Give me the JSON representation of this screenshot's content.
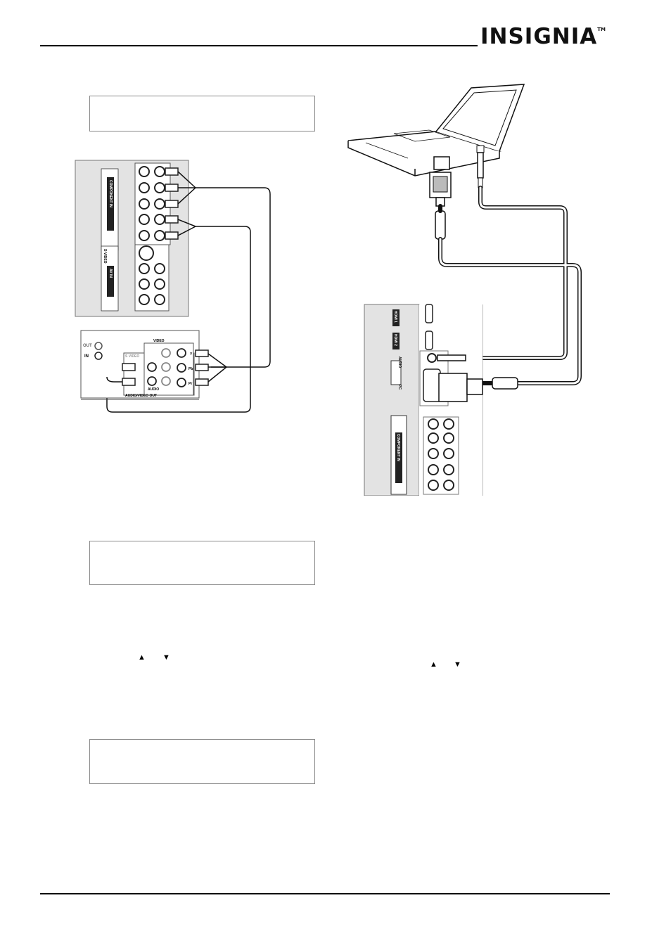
{
  "header": {
    "logo_text": "INSIGNIA",
    "logo_trademark": "TM"
  },
  "arrow_glyphs": {
    "up": "▲",
    "down": "▼"
  },
  "figure_component": {
    "tv_panel_labels": [
      "COMPONENT IN",
      "S-VIDEO",
      "AV IN"
    ],
    "device_labels": [
      "OUT",
      "IN",
      "S VIDEO",
      "VIDEO",
      "AUDIO",
      "AUDIO/VIDEO OUT",
      "Y",
      "Pb",
      "Pr"
    ]
  },
  "figure_computer": {
    "tv_panel_labels": [
      "HDMI 1",
      "HDMI 2",
      "AUDIO",
      "PC",
      "COMPONENT IN"
    ]
  }
}
